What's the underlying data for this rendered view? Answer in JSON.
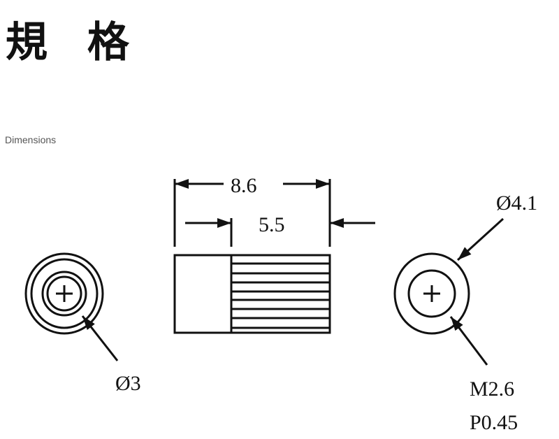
{
  "title": "規 格",
  "subtitle": "Dimensions",
  "labels": {
    "overall_length": "8.6",
    "knurl_length": "5.5",
    "outer_diameter": "Ø4.1",
    "hole_diameter": "Ø3",
    "thread": "M2.6",
    "pitch": "P0.45"
  }
}
